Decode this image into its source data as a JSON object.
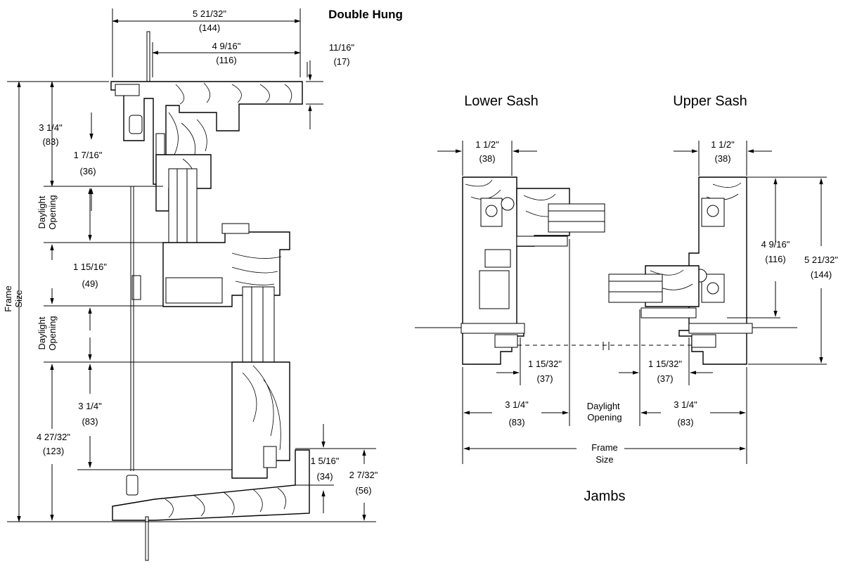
{
  "title": "Double Hung",
  "head_section": {
    "top_overall_width": {
      "fraction": "5 21/32\"",
      "metric": "(144)"
    },
    "top_inner_width": {
      "fraction": "4 9/16\"",
      "metric": "(116)"
    },
    "top_offset": {
      "fraction": "11/16\"",
      "metric": "(17)"
    },
    "head_height": {
      "fraction": "3 1/4\"",
      "metric": "(83)"
    },
    "head_sash": {
      "fraction": "1 7/16\"",
      "metric": "(36)"
    },
    "daylight_label_1": "Daylight Opening",
    "meeting_rail": {
      "fraction": "1 15/16\"",
      "metric": "(49)"
    },
    "daylight_label_2": "Daylight Opening",
    "frame_size_label": "Frame Size",
    "sill_height": {
      "fraction": "3 1/4\"",
      "metric": "(83)"
    },
    "sill_total": {
      "fraction": "4 27/32\"",
      "metric": "(123)"
    },
    "sill_small": {
      "fraction": "1 5/16\"",
      "metric": "(34)"
    },
    "sill_projection": {
      "fraction": "2 7/32\"",
      "metric": "(56)"
    }
  },
  "jambs": {
    "title": "Jambs",
    "lower_sash_label": "Lower Sash",
    "upper_sash_label": "Upper Sash",
    "lower_sash_width": {
      "fraction": "1 1/2\"",
      "metric": "(38)"
    },
    "upper_sash_width": {
      "fraction": "1 1/2\"",
      "metric": "(38)"
    },
    "upper_inner": {
      "fraction": "4 9/16\"",
      "metric": "(116)"
    },
    "upper_overall": {
      "fraction": "5 21/32\"",
      "metric": "(144)"
    },
    "left_glass_offset": {
      "fraction": "1 15/32\"",
      "metric": "(37)"
    },
    "right_glass_offset": {
      "fraction": "1 15/32\"",
      "metric": "(37)"
    },
    "left_jamb_depth": {
      "fraction": "3 1/4\"",
      "metric": "(83)"
    },
    "right_jamb_depth": {
      "fraction": "3 1/4\"",
      "metric": "(83)"
    },
    "daylight_label": "Daylight Opening",
    "frame_size_label": "Frame Size"
  }
}
